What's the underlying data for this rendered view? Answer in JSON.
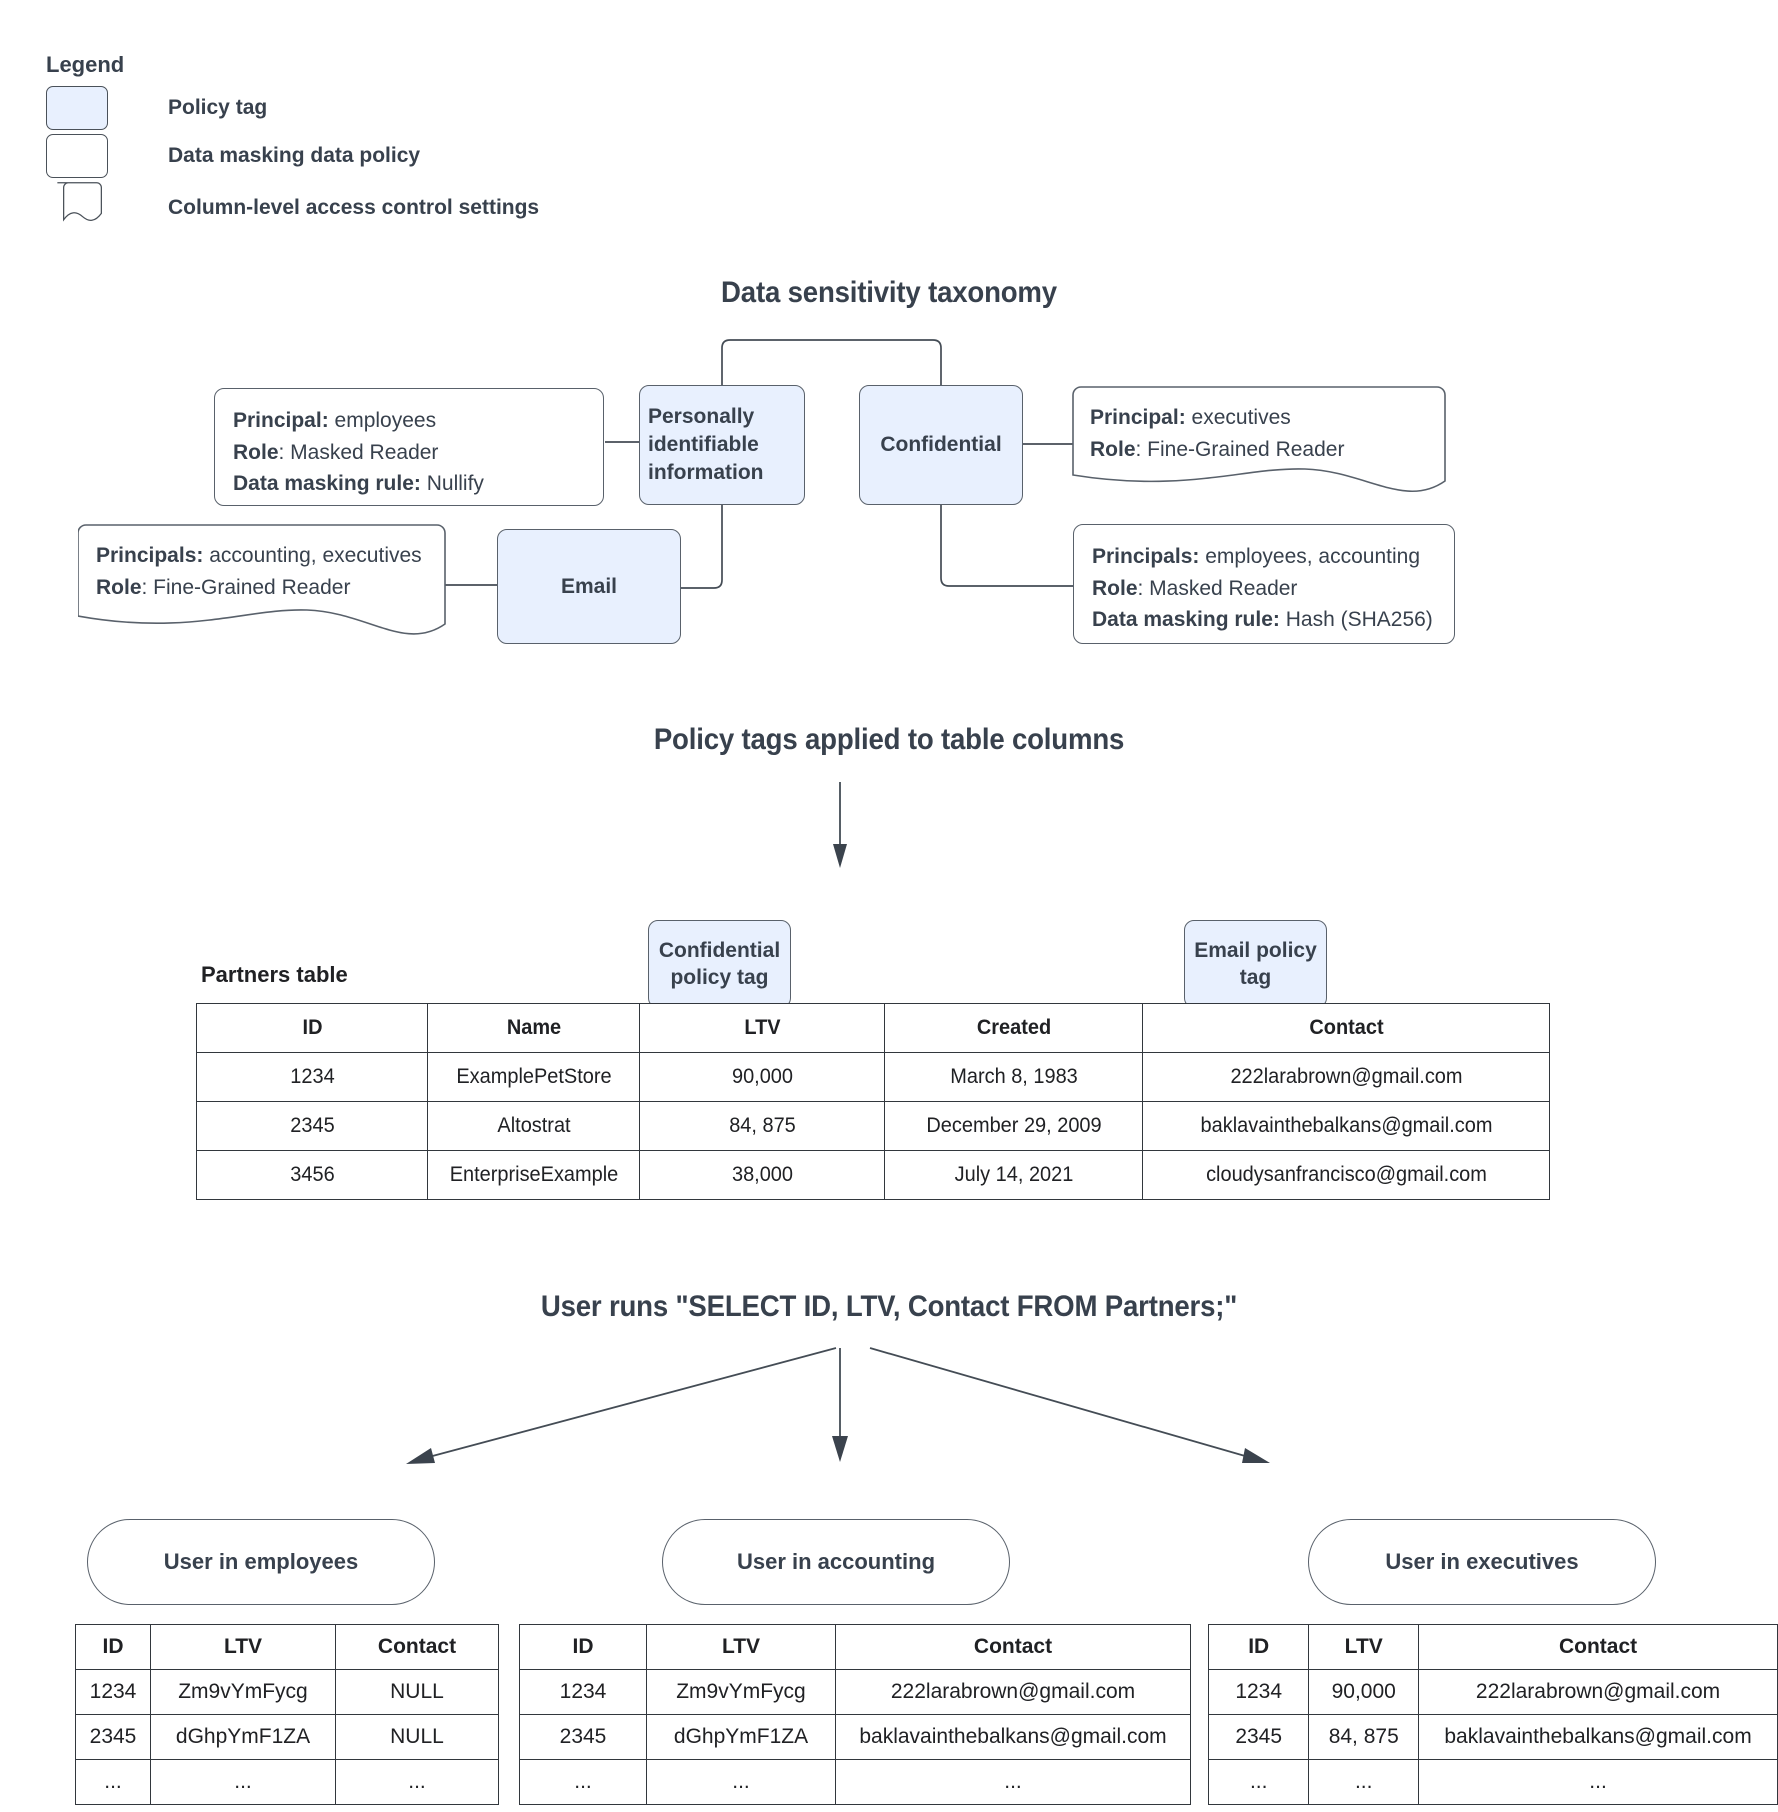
{
  "legend": {
    "title": "Legend",
    "items": [
      {
        "shape": "rounded-blue",
        "label": "Policy tag"
      },
      {
        "shape": "rounded-white",
        "label": "Data masking data policy"
      },
      {
        "shape": "wavy-white",
        "label": "Column-level access control settings"
      }
    ]
  },
  "sections": {
    "taxonomy_title": "Data sensitivity taxonomy",
    "applied_title": "Policy tags applied to table columns",
    "query_title": "User runs \"SELECT ID, LTV, Contact FROM Partners;\""
  },
  "taxonomy": {
    "nodes": {
      "pii": "Personally identifiable information",
      "confidential": "Confidential",
      "email": "Email"
    },
    "pii_masking_policy": {
      "lines": [
        {
          "key": "Principal:",
          "value": " employees"
        },
        {
          "key": "Role",
          "value": ": Masked Reader"
        },
        {
          "key": "Data masking rule:",
          "value": " Nullify"
        }
      ]
    },
    "email_access_control": {
      "lines": [
        {
          "key": "Principals:",
          "value": " accounting, executives"
        },
        {
          "key": "Role",
          "value": ": Fine-Grained Reader"
        }
      ]
    },
    "confidential_access_control": {
      "lines": [
        {
          "key": "Principal:",
          "value": " executives"
        },
        {
          "key": "Role",
          "value": ": Fine-Grained Reader"
        }
      ]
    },
    "confidential_masking_policy": {
      "lines": [
        {
          "key": "Principals:",
          "value": " employees, accounting"
        },
        {
          "key": "Role",
          "value": ": Masked Reader"
        },
        {
          "key": "Data masking rule:",
          "value": " Hash (SHA256)"
        }
      ]
    }
  },
  "partners": {
    "caption": "Partners table",
    "tag_confidential": "Confidential policy tag",
    "tag_email": "Email policy tag",
    "headers": [
      "ID",
      "Name",
      "LTV",
      "Created",
      "Contact"
    ],
    "rows": [
      [
        "1234",
        "ExamplePetStore",
        "90,000",
        "March 8, 1983",
        "222larabrown@gmail.com"
      ],
      [
        "2345",
        "Altostrat",
        "84, 875",
        "December 29, 2009",
        "baklavainthebalkans@gmail.com"
      ],
      [
        "3456",
        "EnterpriseExample",
        "38,000",
        "July 14, 2021",
        "cloudysanfrancisco@gmail.com"
      ]
    ]
  },
  "results": [
    {
      "user": "User in employees",
      "headers": [
        "ID",
        "LTV",
        "Contact"
      ],
      "rows": [
        [
          "1234",
          "Zm9vYmFycg",
          "NULL"
        ],
        [
          "2345",
          "dGhpYmF1ZA",
          "NULL"
        ],
        [
          "...",
          "...",
          "..."
        ]
      ]
    },
    {
      "user": "User in accounting",
      "headers": [
        "ID",
        "LTV",
        "Contact"
      ],
      "rows": [
        [
          "1234",
          "Zm9vYmFycg",
          "222larabrown@gmail.com"
        ],
        [
          "2345",
          "dGhpYmF1ZA",
          "baklavainthebalkans@gmail.com"
        ],
        [
          "...",
          "...",
          "..."
        ]
      ]
    },
    {
      "user": "User in executives",
      "headers": [
        "ID",
        "LTV",
        "Contact"
      ],
      "rows": [
        [
          "1234",
          "90,000",
          "222larabrown@gmail.com"
        ],
        [
          "2345",
          "84, 875",
          "baklavainthebalkans@gmail.com"
        ],
        [
          "...",
          "...",
          "..."
        ]
      ]
    }
  ],
  "colors": {
    "policy_tag_fill": "#e8f0fe",
    "stroke": "#59616b",
    "text": "#38414d",
    "table_text": "#202124"
  }
}
